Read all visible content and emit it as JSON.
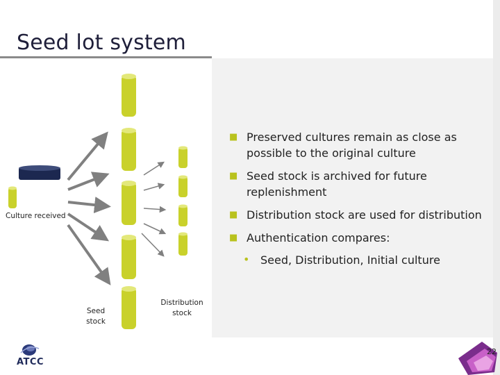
{
  "slide": {
    "title": "Seed lot system",
    "page_number": "22",
    "logo_text": "ATCC"
  },
  "colors": {
    "cylinder_fill": "#c9d12b",
    "cylinder_top": "#e3e87a",
    "arrow": "#808080",
    "accent": "#b9c21e",
    "dish": "#1c2850"
  },
  "bullets": [
    {
      "text": "Preserved cultures remain as close as possible to the original culture"
    },
    {
      "text": "Seed stock is archived for future replenishment"
    },
    {
      "text": "Distribution stock are used for distribution"
    },
    {
      "text": "Authentication compares:"
    }
  ],
  "sub_bullets": [
    {
      "text": "Seed, Distribution, Initial culture"
    }
  ],
  "labels": {
    "culture_received": "Culture received",
    "seed_stock_line1": "Seed",
    "seed_stock_line2": "stock",
    "distribution_stock_line1": "Distribution",
    "distribution_stock_line2": "stock"
  },
  "icons": {
    "bullet": "square-bullet-icon",
    "sub_bullet": "dot-bullet-icon",
    "dish": "petri-dish-icon",
    "tube": "culture-tube-icon"
  }
}
